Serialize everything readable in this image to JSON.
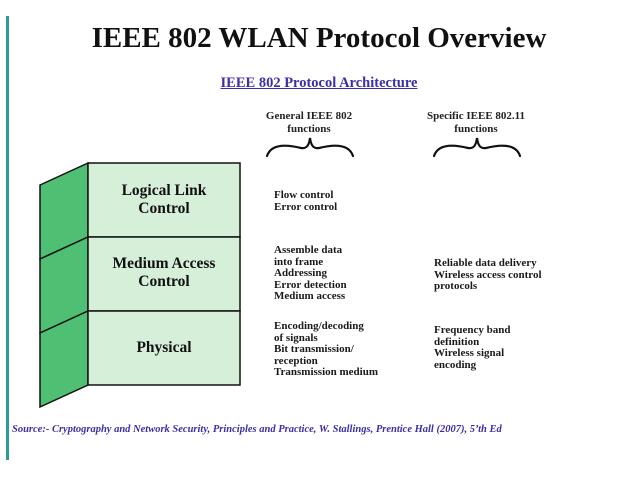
{
  "slide": {
    "title": "IEEE 802 WLAN Protocol Overview",
    "subtitle": "IEEE 802 Protocol Architecture",
    "source": "Source:- Cryptography and Network Security, Principles and Practice, W. Stallings, Prentice Hall (2007), 5’th Ed"
  },
  "columns": {
    "general": [
      "General IEEE 802",
      "functions"
    ],
    "specific": [
      "Specific IEEE 802.11",
      "functions"
    ]
  },
  "layers": [
    {
      "name": [
        "Logical Link",
        "Control"
      ],
      "general": [
        "Flow control",
        "Error control"
      ],
      "specific": []
    },
    {
      "name": [
        "Medium Access",
        "Control"
      ],
      "general": [
        "Assemble data",
        "into frame",
        "Addressing",
        "Error detection",
        "Medium access"
      ],
      "specific": [
        "Reliable data delivery",
        "Wireless access control",
        "protocols"
      ]
    },
    {
      "name": [
        "Physical"
      ],
      "general": [
        "Encoding/decoding",
        "of signals",
        "Bit transmission/",
        "reception",
        "Transmission medium"
      ],
      "specific": [
        "Frequency band",
        "definition",
        "Wireless signal",
        "encoding"
      ]
    }
  ],
  "colors": {
    "accent_rule": "#2f9a9a",
    "layer_face": "#d6efd9",
    "layer_side": "#4fbf73",
    "link_text": "#3b2ea8"
  }
}
